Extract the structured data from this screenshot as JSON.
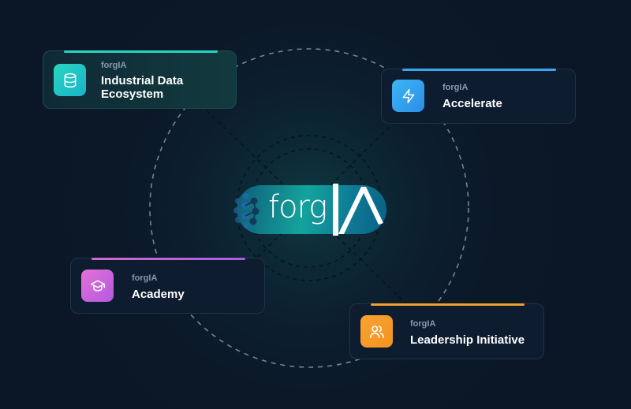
{
  "brand": {
    "logo_text": "forg",
    "logo_suffix": "IA",
    "logo_gradient": [
      "#0e5d78",
      "#14a39c",
      "#0c5f86"
    ]
  },
  "background_color": "#0b1727",
  "cards": [
    {
      "id": "industrial-data-ecosystem",
      "kicker": "forgIA",
      "title_line1": "Industrial Data",
      "title_line2": "Ecosystem",
      "icon": "database-icon",
      "accent": "#2ad4c4",
      "icon_gradient": [
        "#27d6c2",
        "#1ab3c9"
      ]
    },
    {
      "id": "accelerate",
      "kicker": "forgIA",
      "title_line1": "Accelerate",
      "icon": "lightning-icon",
      "accent": "#3aa6f0",
      "icon_gradient": [
        "#3cb6f4",
        "#2b8de8"
      ]
    },
    {
      "id": "academy",
      "kicker": "forgIA",
      "title_line1": "Academy",
      "icon": "graduation-cap-icon",
      "accent": "#c86ad8",
      "icon_gradient": [
        "#e470d6",
        "#b45ae0"
      ]
    },
    {
      "id": "leadership-initiative",
      "kicker": "forgIA",
      "title_line1": "Leadership Initiative",
      "icon": "users-icon",
      "accent": "#f0a030",
      "icon_gradient": [
        "#f8a332",
        "#f39320"
      ]
    }
  ]
}
